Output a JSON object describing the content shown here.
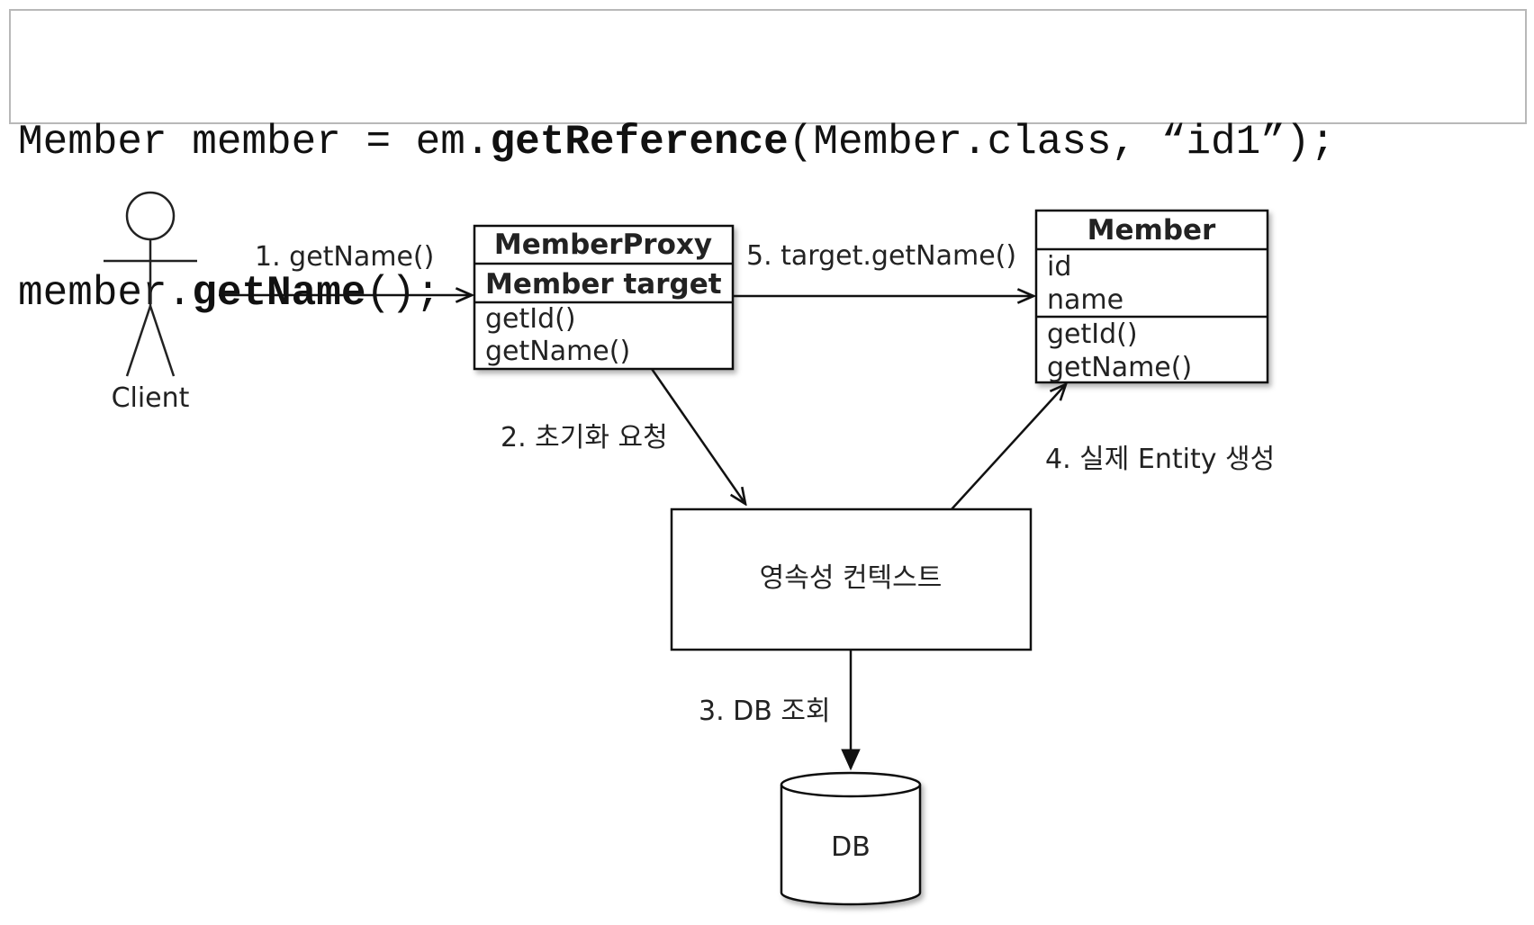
{
  "code": {
    "line1": {
      "pre": "Member member = em.",
      "method": "getReference",
      "post": "(Member.class, “id1”);"
    },
    "line2": {
      "pre": "member.",
      "method": "getName",
      "post": "();"
    }
  },
  "actor": {
    "label": "Client"
  },
  "proxy_box": {
    "title": "MemberProxy",
    "field": "Member target",
    "methods": [
      "getId()",
      "getName()"
    ]
  },
  "member_box": {
    "title": "Member",
    "fields": [
      "id",
      "name"
    ],
    "methods": [
      "getId()",
      "getName()"
    ]
  },
  "persistence_context": {
    "label": "영속성 컨텍스트"
  },
  "database": {
    "label": "DB"
  },
  "steps": {
    "step1": "1. getName()",
    "step2": "2. 초기화 요청",
    "step3": "3. DB 조회",
    "step4": "4. 실제 Entity 생성",
    "step5": "5. target.getName()"
  }
}
